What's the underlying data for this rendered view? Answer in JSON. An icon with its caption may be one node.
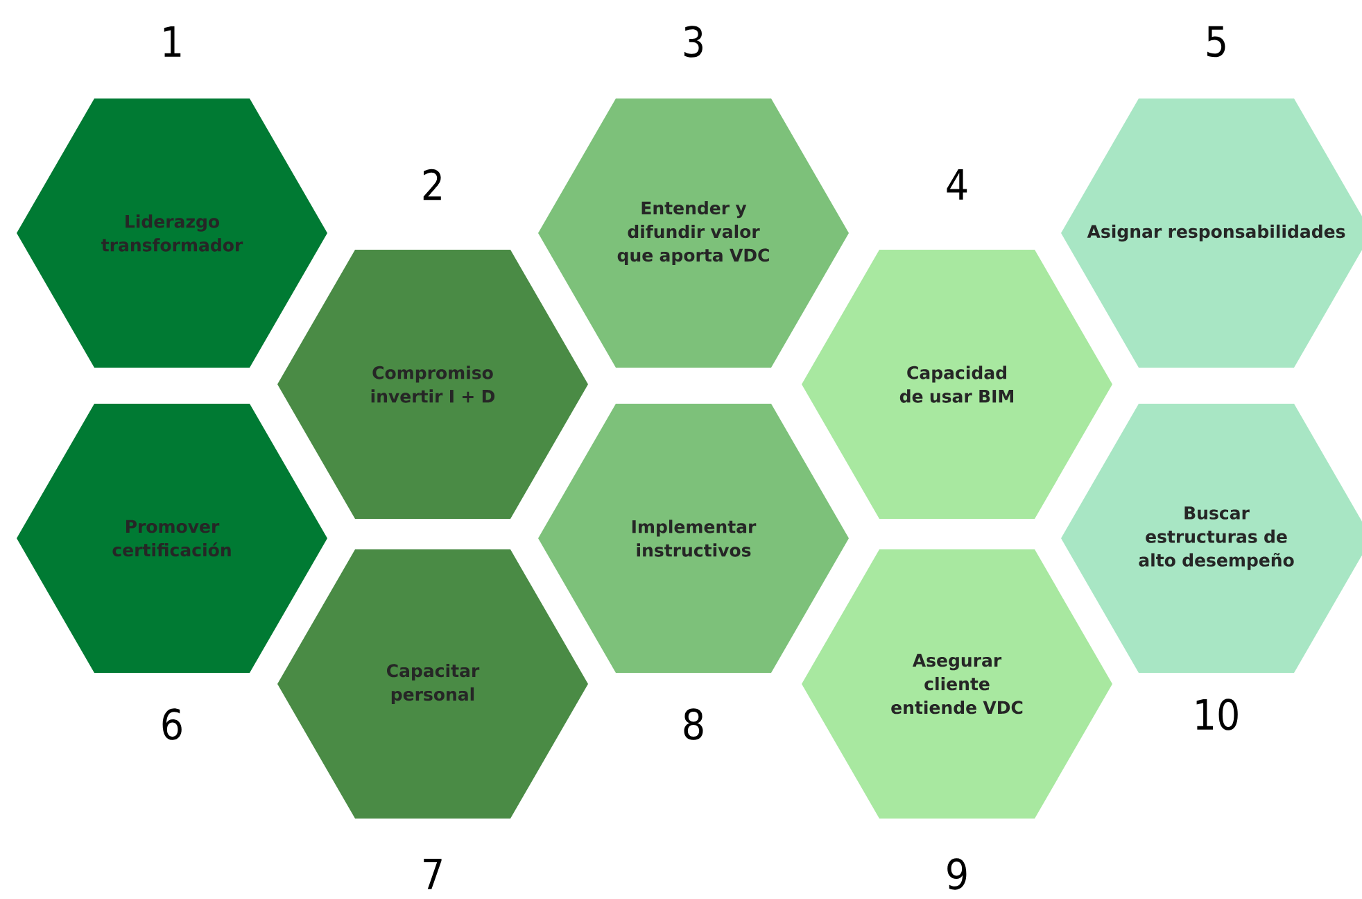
{
  "diagram": {
    "nodes": [
      {
        "text": [
          "Liderazgo transformador"
        ],
        "beside": [
          "1"
        ]
      },
      {
        "text": [
          "Compromiso invertir I + D"
        ],
        "beside": [
          "2"
        ]
      },
      {
        "text": [
          "Entender y difundir valor que aporta VDC"
        ],
        "beside": [
          "3"
        ]
      },
      {
        "text": [
          "Capacidad de usar BIM"
        ],
        "beside": [
          "4"
        ]
      },
      {
        "text": [
          "Asignar responsabilidades"
        ],
        "beside": [
          "5"
        ]
      },
      {
        "text": [
          "Promover certificación"
        ],
        "beside": [
          "6"
        ]
      },
      {
        "text": [
          "Capacitar personal"
        ],
        "beside": [
          "7"
        ]
      },
      {
        "text": [
          "Implementar instructivos"
        ],
        "beside": [
          "8"
        ]
      },
      {
        "text": [
          "Asegurar cliente entiende VDC"
        ],
        "beside": [
          "9"
        ]
      },
      {
        "text": [
          "Buscar estructuras de alto desempeño"
        ],
        "beside": [
          "10"
        ]
      }
    ]
  }
}
